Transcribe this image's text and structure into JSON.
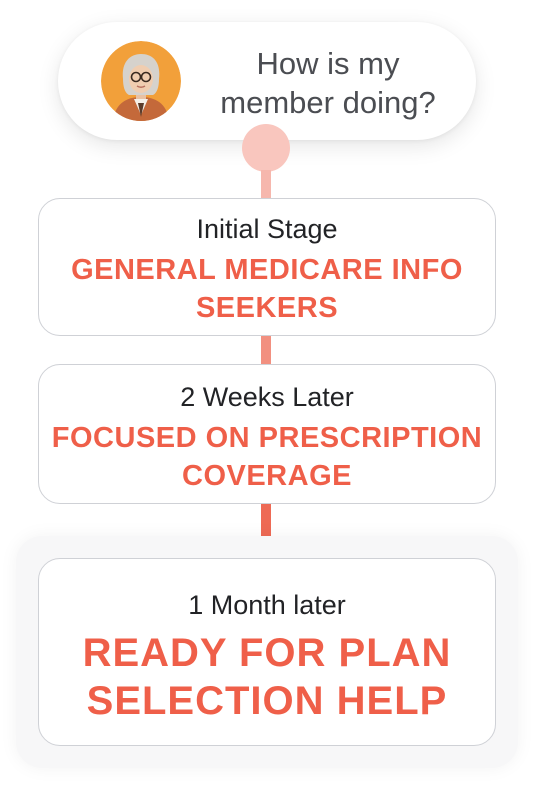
{
  "question": {
    "avatar_icon": "avatar-photo",
    "text": "How is my member doing?"
  },
  "stages": [
    {
      "label": "Initial Stage",
      "title": "GENERAL MEDICARE INFO SEEKERS"
    },
    {
      "label": "2 Weeks Later",
      "title": "FOCUSED ON PRESCRIPTION COVERAGE"
    },
    {
      "label": "1 Month later",
      "title": "READY FOR PLAN SELECTION HELP"
    }
  ],
  "colors": {
    "accent": "#ef5f49",
    "connector_light": "#f9c6be",
    "connector_mid": "#f29080",
    "connector_dark": "#ee6a55",
    "card_border": "#cfd1d6",
    "question_text": "#4b4d52"
  }
}
